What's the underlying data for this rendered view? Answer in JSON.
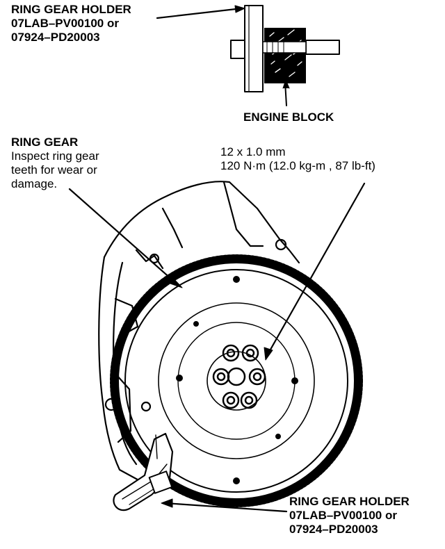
{
  "labels": {
    "holder_top": {
      "title": "RING GEAR HOLDER",
      "part_a": "07LAB–PV00100 or",
      "part_b": "07924–PD20003"
    },
    "engine_block": "ENGINE BLOCK",
    "ring_gear": {
      "title": "RING GEAR",
      "note_1": "Inspect ring gear",
      "note_2": "teeth for wear or",
      "note_3": "damage."
    },
    "bolt": {
      "size": "12 x 1.0 mm",
      "torque": "120  N·m (12.0  kg-m , 87  lb-ft)"
    },
    "holder_bottom": {
      "title": "RING GEAR HOLDER",
      "part_a": "07LAB–PV00100 or",
      "part_b": "07924–PD20003"
    }
  },
  "colors": {
    "ink": "#000000",
    "paper": "#ffffff"
  }
}
